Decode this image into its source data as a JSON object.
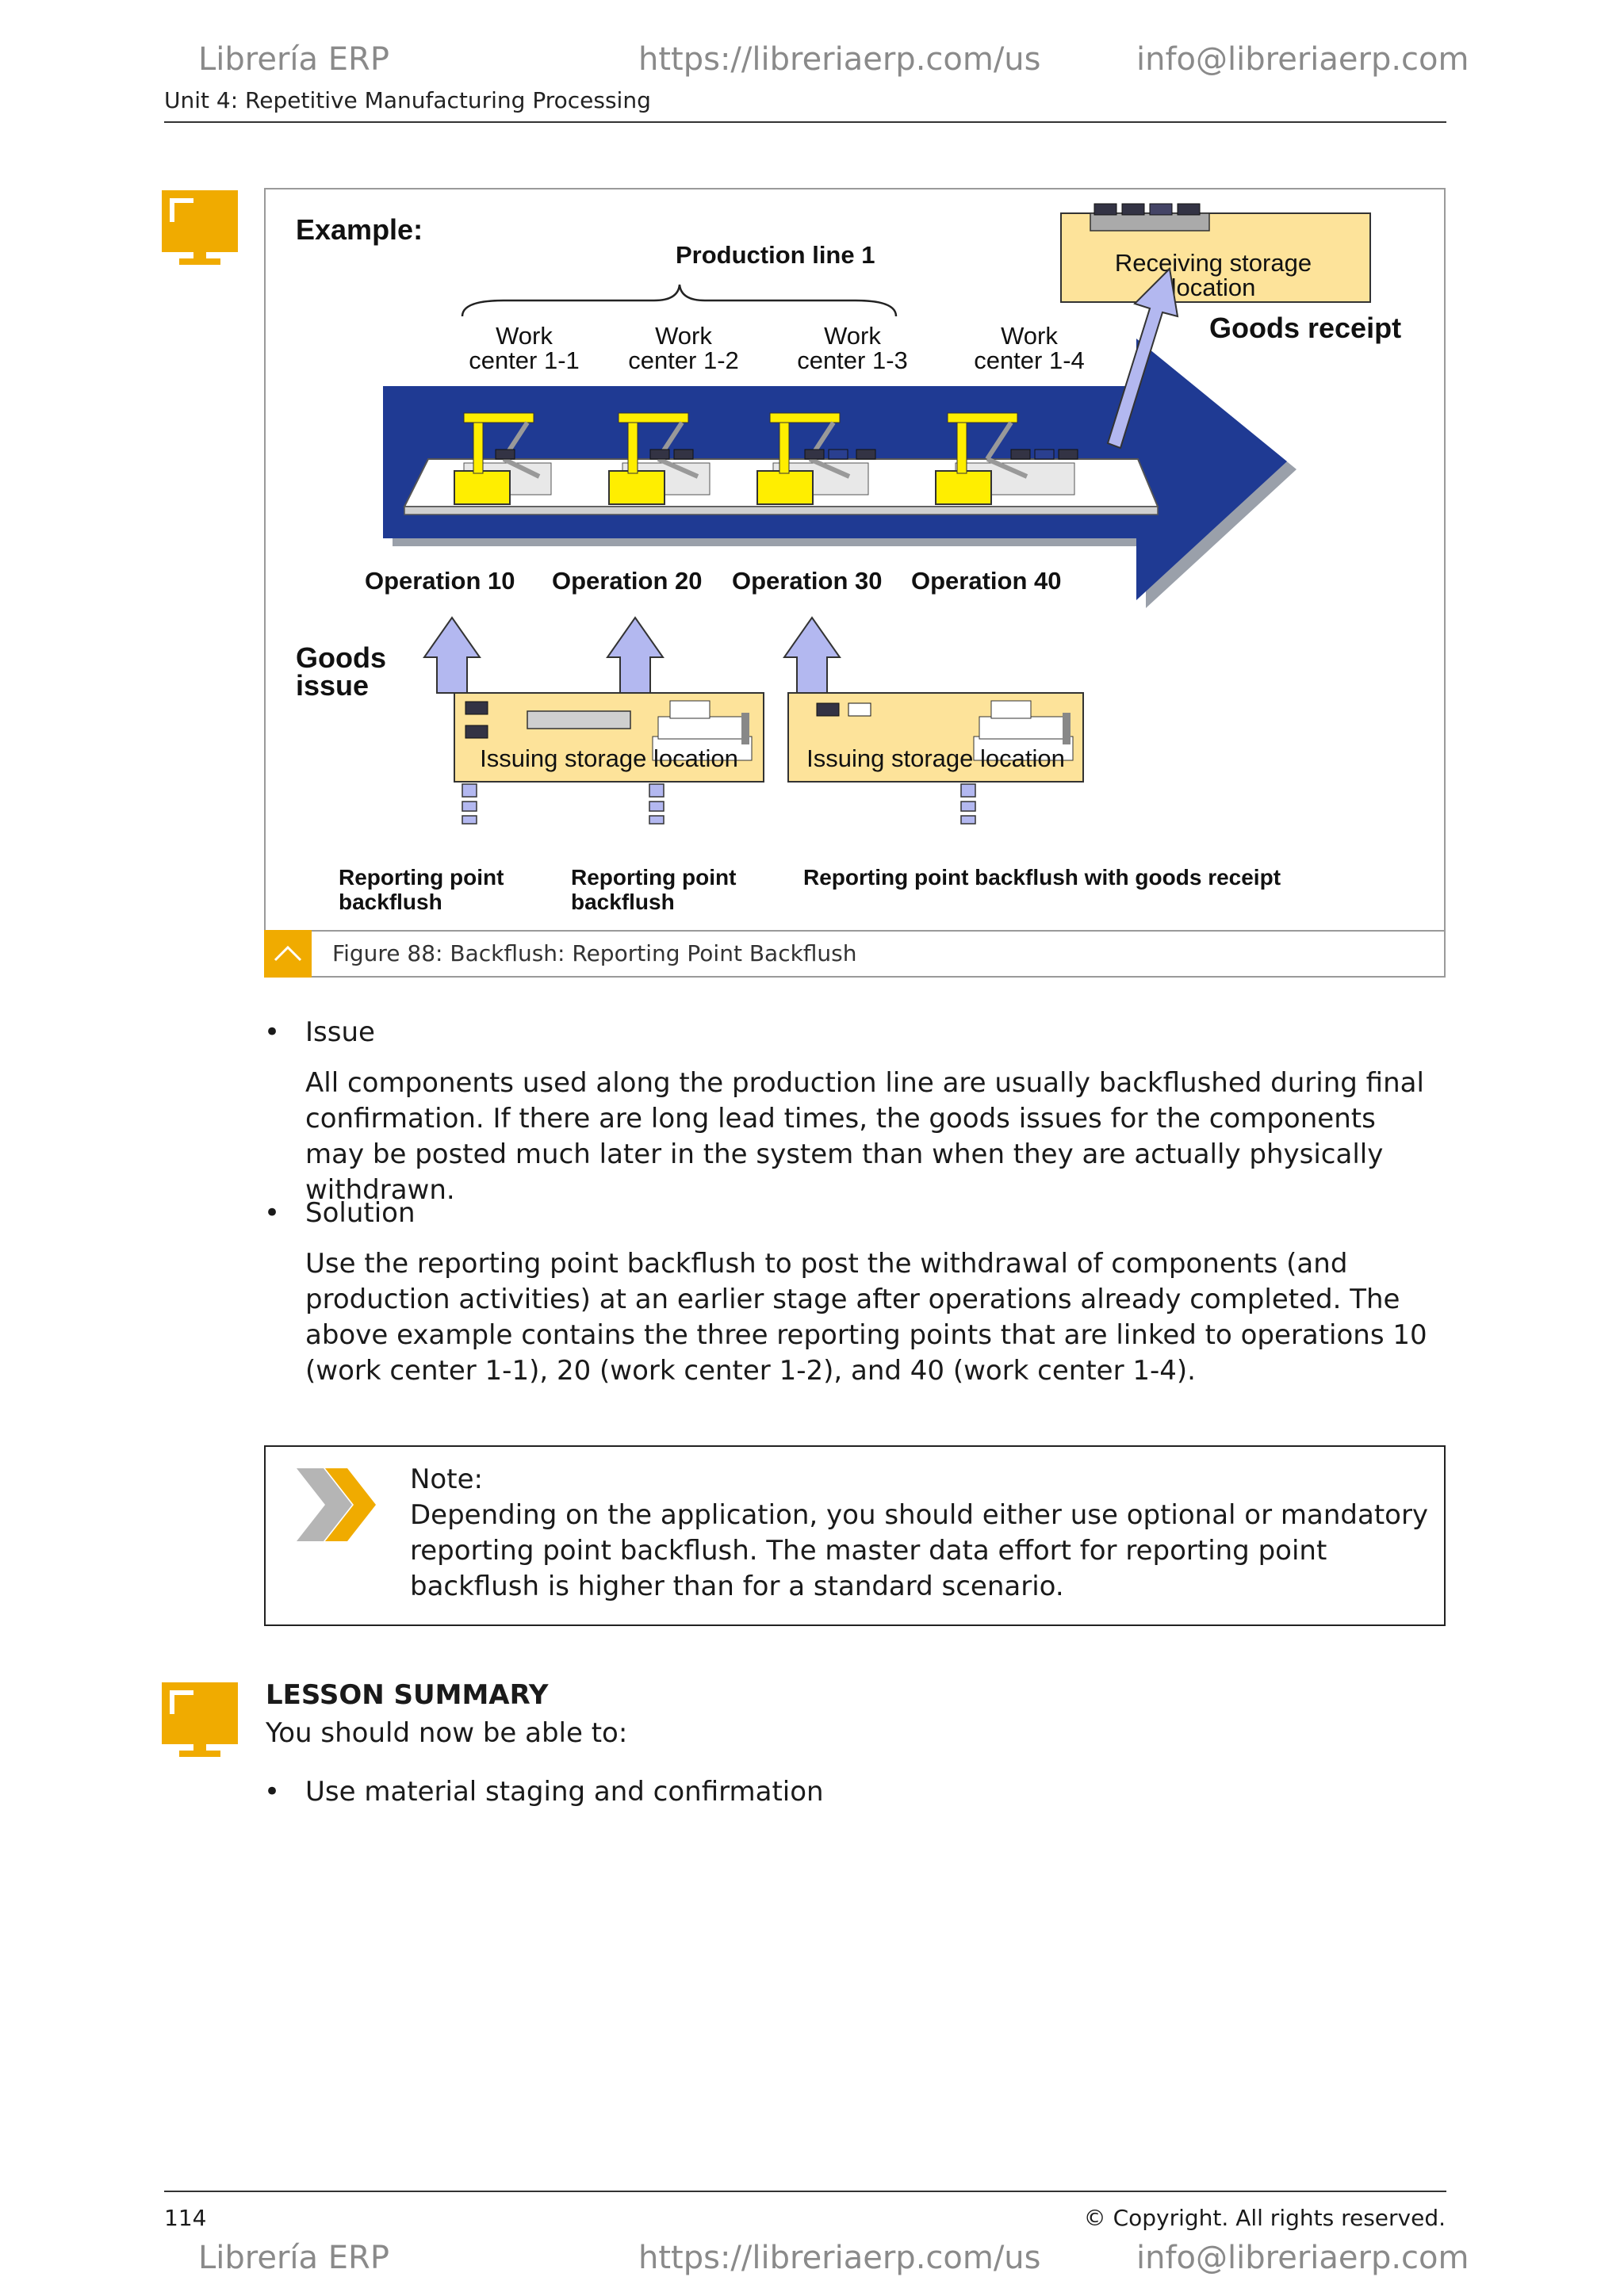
{
  "watermark": {
    "brand": "Librería ERP",
    "url": "https://libreriaerp.com/us",
    "email": "info@libreriaerp.com"
  },
  "header": {
    "unit_title": "Unit 4: Repetitive Manufacturing Processing"
  },
  "figure": {
    "example_label": "Example:",
    "production_line": "Production line 1",
    "receiving_line1": "Receiving storage",
    "receiving_line2": "location",
    "goods_receipt": "Goods receipt",
    "work_centers": [
      {
        "l1": "Work",
        "l2": "center 1-1"
      },
      {
        "l1": "Work",
        "l2": "center 1-2"
      },
      {
        "l1": "Work",
        "l2": "center 1-3"
      },
      {
        "l1": "Work",
        "l2": "center 1-4"
      }
    ],
    "operations": [
      "Operation 10",
      "Operation 20",
      "Operation 30",
      "Operation 40"
    ],
    "goods_issue_l1": "Goods",
    "goods_issue_l2": "issue",
    "issuing_storage": [
      "Issuing storage location",
      "Issuing storage location"
    ],
    "reporting": [
      {
        "l1": "Reporting point",
        "l2": "backflush"
      },
      {
        "l1": "Reporting point",
        "l2": "backflush"
      },
      {
        "l1": "Reporting point backflush with goods receipt",
        "l2": ""
      }
    ],
    "caption": "Figure 88: Backflush: Reporting Point Backflush"
  },
  "content": {
    "bullets": [
      {
        "title": "Issue",
        "body": "All components used along the production line are usually backflushed during final confirmation. If there are long lead times, the goods issues for the components may be posted much later in the system than when they are actually physically withdrawn."
      },
      {
        "title": "Solution",
        "body": "Use the reporting point backflush to post the withdrawal of components (and production activities) at an earlier stage after operations already completed. The above example contains the three reporting points that are linked to operations 10 (work center 1-1), 20 (work center 1-2), and 40 (work center 1-4)."
      }
    ],
    "note": {
      "title": "Note:",
      "body": "Depending on the application, you should either use optional or mandatory reporting point backflush. The master data effort for reporting point backflush is higher than for a standard scenario."
    },
    "summary": {
      "title": "LESSON SUMMARY",
      "intro": "You should now be able to:",
      "items": [
        "Use material staging and confirmation"
      ]
    }
  },
  "footer": {
    "page_number": "114",
    "copyright": "© Copyright. All rights reserved."
  },
  "colors": {
    "accent": "#f0ab00",
    "arrow_blue": "#1f3a93",
    "box_fill": "#fde39a",
    "light_arrow": "#b3b8f0"
  }
}
